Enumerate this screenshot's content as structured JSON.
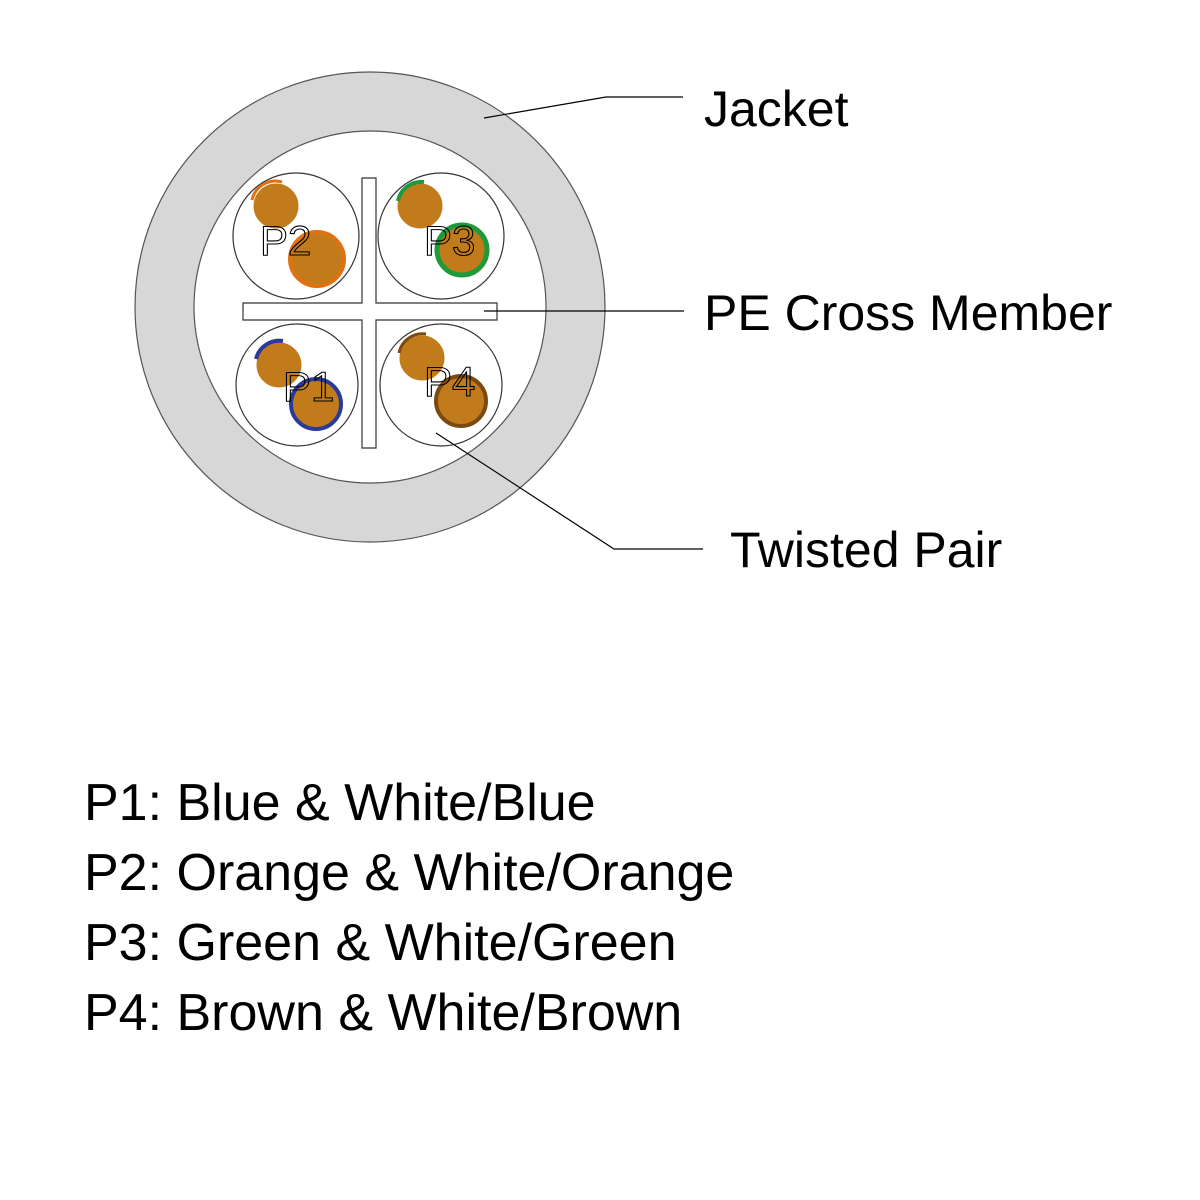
{
  "colors": {
    "jacket": "#d7d7d7",
    "conductor": "#c27b1a",
    "blue": "#2a3a9a",
    "orange": "#e07010",
    "green": "#1f9a3a",
    "brown": "#7a4a12",
    "outline": "#444444"
  },
  "callouts": {
    "jacket": "Jacket",
    "cross_member": "PE Cross Member",
    "twisted_pair": "Twisted Pair"
  },
  "pairs": [
    {
      "label": "P1",
      "stripe": "blue"
    },
    {
      "label": "P2",
      "stripe": "orange"
    },
    {
      "label": "P3",
      "stripe": "green"
    },
    {
      "label": "P4",
      "stripe": "brown"
    }
  ],
  "legend": [
    "P1: Blue & White/Blue",
    "P2: Orange & White/Orange",
    "P3: Green & White/Green",
    "P4: Brown & White/Brown"
  ]
}
